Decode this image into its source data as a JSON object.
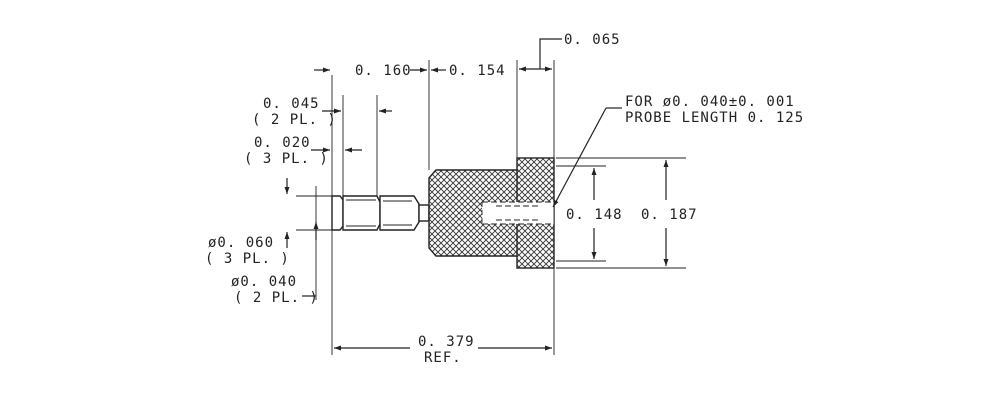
{
  "dimensions": {
    "d065": "0. 065",
    "d160": "0. 160",
    "d154": "0. 154",
    "d045": "0. 045",
    "d045_note": "( 2 PL. )",
    "d020": "0. 020",
    "d020_note": "( 3 PL. )",
    "dia060": "ø0. 060",
    "dia060_note": "( 3 PL. )",
    "dia040": "ø0. 040",
    "dia040_note": "( 2 PL. )",
    "d148": "0. 148",
    "d187": "0. 187",
    "d379": "0. 379",
    "d379_note": "REF."
  },
  "note": {
    "line1": "FOR ø0. 040±0. 001",
    "line2": "PROBE LENGTH 0. 125"
  }
}
